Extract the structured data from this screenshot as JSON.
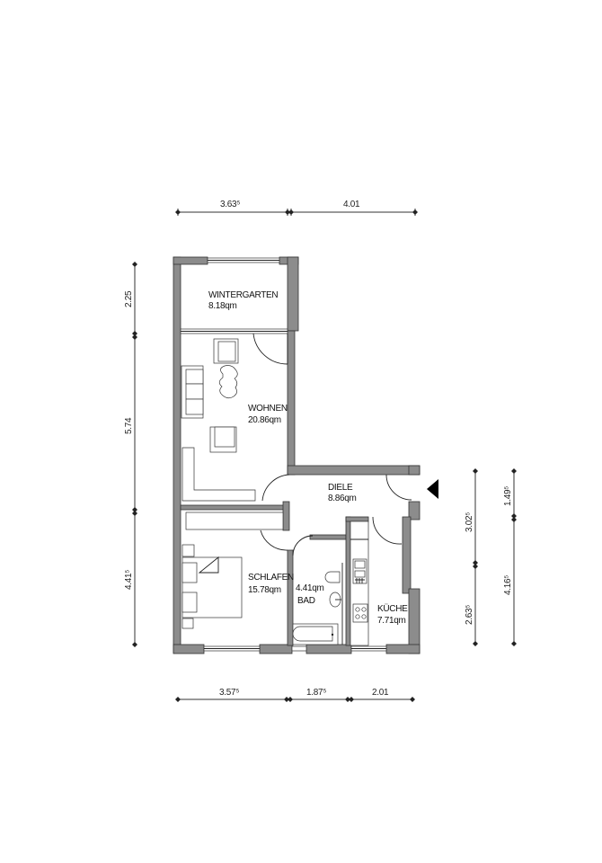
{
  "rooms": {
    "wintergarten": {
      "name": "WINTERGARTEN",
      "area": "8.18qm"
    },
    "wohnen": {
      "name": "WOHNEN",
      "area": "20.86qm"
    },
    "diele": {
      "name": "DIELE",
      "area": "8.86qm"
    },
    "schlafen": {
      "name": "SCHLAFEN",
      "area": "15.78qm"
    },
    "bad": {
      "name": "BAD",
      "area": "4.41qm"
    },
    "kueche": {
      "name": "KÜCHE",
      "area": "7.71qm"
    }
  },
  "dimensions": {
    "top": [
      "3.63⁵",
      "4.01"
    ],
    "bottom": [
      "3.57⁵",
      "1.87⁵",
      "2.01"
    ],
    "left": [
      "2.25",
      "5.74",
      "4.41⁵"
    ],
    "right_inner": [
      "3.02⁵",
      "2.63⁵"
    ],
    "right_outer": [
      "1.49⁵",
      "4.16⁵"
    ]
  },
  "entrance_marker": "entrance-arrow",
  "colors": {
    "wall": "#8c8c8c",
    "line": "#222222",
    "background": "#ffffff"
  }
}
